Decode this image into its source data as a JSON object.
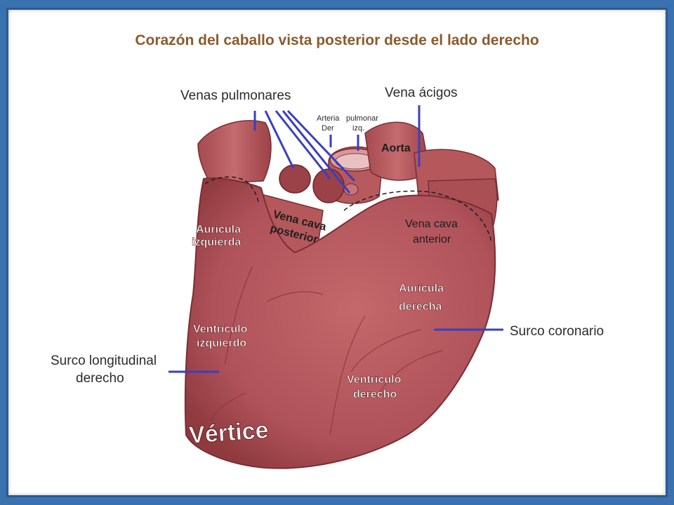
{
  "title": "Corazón del caballo vista posterior desde el lado derecho",
  "labels": {
    "venas_pulmonares": "Venas pulmonares",
    "vena_acigos": "Vena ácigos",
    "arteria_der": "Arteria",
    "arteria_der_2": "Der",
    "pulmonar_izq": "pulmonar",
    "pulmonar_izq_2": "izq.",
    "aorta": "Aorta",
    "vena_cava_posterior_1": "Vena cava",
    "vena_cava_posterior_2": "posterior",
    "auricula_izquierda_1": "Aurícula",
    "auricula_izquierda_2": "izquierda",
    "vena_cava_anterior_1": "Vena cava",
    "vena_cava_anterior_2": "anterior",
    "auricula_derecha_1": "Aurícula",
    "auricula_derecha_2": "derecha",
    "surco_coronario": "Surco coronario",
    "ventriculo_izquierdo_1": "Ventrículo",
    "ventriculo_izquierdo_2": "izquierdo",
    "surco_longitudinal_1": "Surco longitudinal",
    "surco_longitudinal_2": "derecho",
    "ventriculo_derecho_1": "Ventrículo",
    "ventriculo_derecho_2": "derecho",
    "vertice": "Vértice"
  },
  "colors": {
    "frame": "#3a72b0",
    "title": "#8b5a2b",
    "heart_fill": "#b5575a",
    "heart_shade": "#8e3a3f",
    "pointer": "#3a3fbf"
  }
}
